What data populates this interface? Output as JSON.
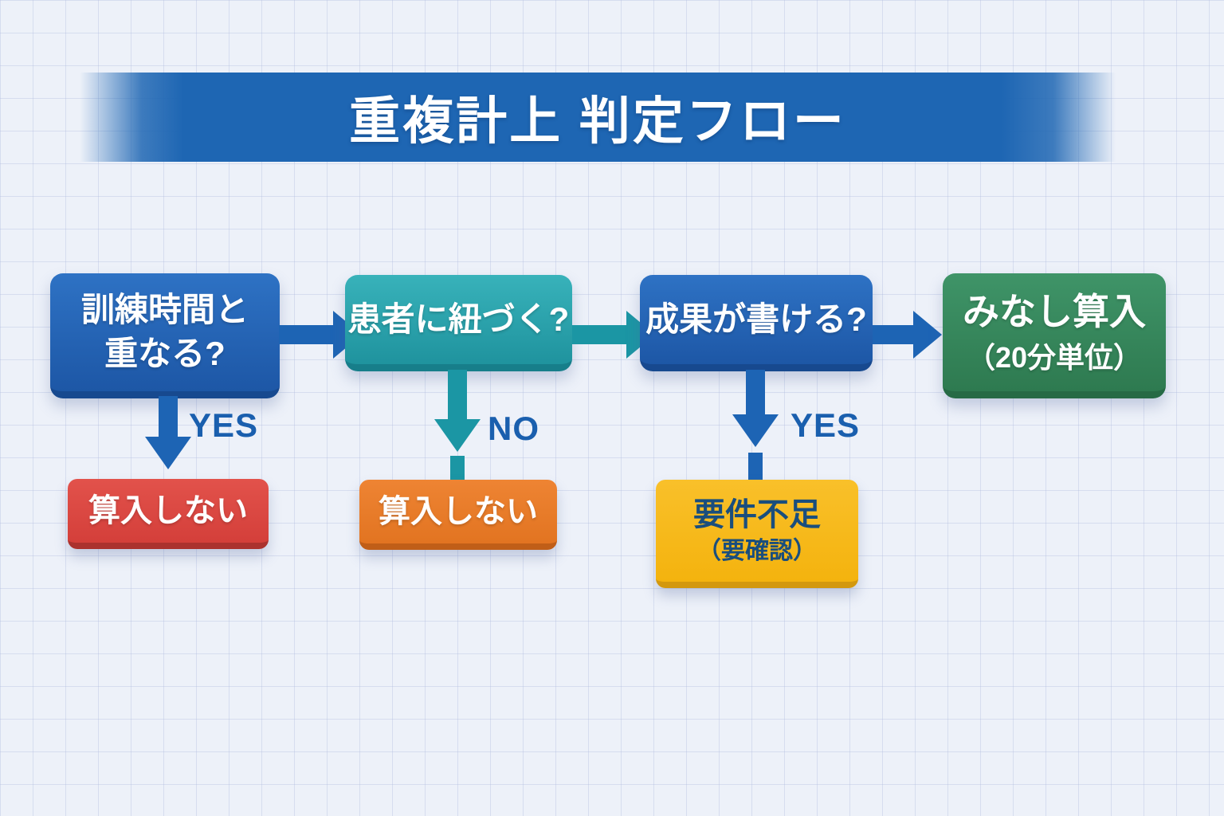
{
  "title": {
    "text": "重複計上 判定フロー"
  },
  "nodes": {
    "q1": {
      "line1": "訓練時間と",
      "line2": "重なる?"
    },
    "q2": {
      "line1": "患者に紐づく?"
    },
    "q3": {
      "line1": "成果が書ける?"
    },
    "final": {
      "line1": "みなし算入",
      "line2": "（20分単位）"
    }
  },
  "branch_labels": {
    "q1_yes": "YES",
    "q2_no": "NO",
    "q3_yes": "YES"
  },
  "results": {
    "r1": {
      "line1": "算入しない"
    },
    "r2": {
      "line1": "算入しない"
    },
    "r3": {
      "line1": "要件不足",
      "line2": "（要確認）"
    }
  },
  "colors": {
    "background": "#edf1f9",
    "grid_line": "#b0bde0",
    "banner_blue": "#1e66b3",
    "node_blue": "#2263b4",
    "node_teal": "#29a2ac",
    "node_green": "#378a5c",
    "result_red": "#da4741",
    "result_orange": "#e87c29",
    "result_yellow": "#f7ba1b",
    "arrow_blue": "#1d64b4",
    "arrow_teal": "#1b96a4",
    "branch_label_blue": "#1a5fae",
    "yellow_box_text": "#1a4e7d"
  }
}
